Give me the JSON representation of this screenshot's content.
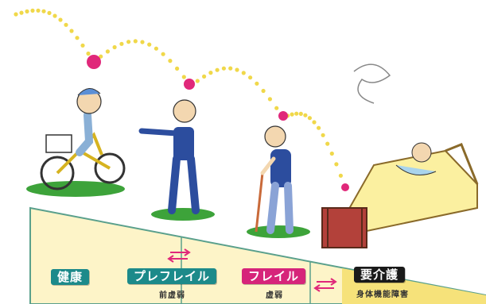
{
  "stages": [
    {
      "label": "健康",
      "color": "#1c8a8a"
    },
    {
      "label": "プレフレイル",
      "color": "#1c8a8a"
    },
    {
      "label": "フレイル",
      "color": "#d6247a"
    },
    {
      "label": "要介護",
      "color": "#1a1a1a"
    }
  ],
  "sub_labels": [
    {
      "text": "前虚弱"
    },
    {
      "text": "虚弱"
    },
    {
      "text": "身体機能障害"
    }
  ],
  "colors": {
    "ball_path": "#f0d84a",
    "ball": "#e0287a",
    "ramp": "#fdf4c8",
    "ramp_edge": "#5aa08c",
    "arrow": "#e0287a",
    "grass": "#3da33a"
  }
}
